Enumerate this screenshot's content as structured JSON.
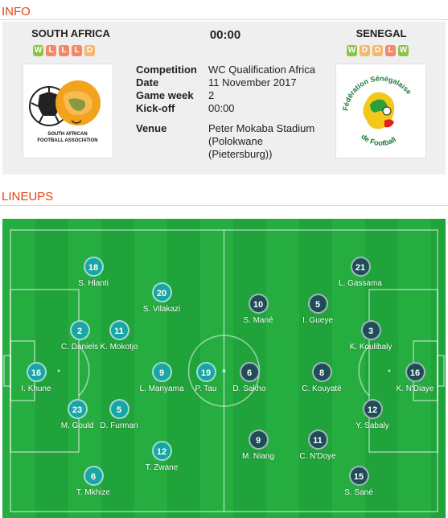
{
  "sections": {
    "info": "INFO",
    "lineups": "LINEUPS"
  },
  "match": {
    "home": {
      "name": "SOUTH AFRICA",
      "form": [
        "W",
        "L",
        "L",
        "L",
        "D"
      ],
      "crest": "SOUTH AFRICAN FOOTBALL ASSOCIATION"
    },
    "away": {
      "name": "SENEGAL",
      "form": [
        "W",
        "D",
        "D",
        "L",
        "W"
      ],
      "crest": "Fédération Sénégalaise de Football"
    },
    "score": "00:00",
    "details": [
      {
        "label": "Competition",
        "value": "WC Qualification Africa"
      },
      {
        "label": "Date",
        "value": "11 November 2017"
      },
      {
        "label": "Game week",
        "value": "2"
      },
      {
        "label": "Kick-off",
        "value": "00:00"
      },
      {
        "label": "Venue",
        "value": "Peter Mokaba Stadium (Polokwane (Pietersburg))"
      }
    ]
  },
  "colors": {
    "accent": "#e8400c",
    "win": "#8bc34a",
    "loss": "#f0886a",
    "draw": "#f3b76f",
    "home": "#18a5a3",
    "away": "#1f4d57",
    "pitch": "#1fa33a"
  },
  "lineups": {
    "home": [
      {
        "number": "18",
        "name": "S. Hlanti"
      },
      {
        "number": "20",
        "name": "S. Vilakazi"
      },
      {
        "number": "2",
        "name": "C. Daniels"
      },
      {
        "number": "11",
        "name": "K. Mokotjo"
      },
      {
        "number": "16",
        "name": "I. Khune"
      },
      {
        "number": "9",
        "name": "L. Manyama"
      },
      {
        "number": "19",
        "name": "P. Tau"
      },
      {
        "number": "23",
        "name": "M. Gould"
      },
      {
        "number": "5",
        "name": "D. Furman"
      },
      {
        "number": "12",
        "name": "T. Zwane"
      },
      {
        "number": "6",
        "name": "T. Mkhize"
      }
    ],
    "away": [
      {
        "number": "21",
        "name": "L. Gassama"
      },
      {
        "number": "10",
        "name": "S. Mané"
      },
      {
        "number": "5",
        "name": "I. Gueye"
      },
      {
        "number": "3",
        "name": "K. Koulibaly"
      },
      {
        "number": "6",
        "name": "D. Sakho"
      },
      {
        "number": "8",
        "name": "C. Kouyaté"
      },
      {
        "number": "16",
        "name": "K. N'Diaye"
      },
      {
        "number": "12",
        "name": "Y. Sabaly"
      },
      {
        "number": "9",
        "name": "M. Niang"
      },
      {
        "number": "11",
        "name": "C. N'Doye"
      },
      {
        "number": "15",
        "name": "S. Sané"
      }
    ]
  }
}
